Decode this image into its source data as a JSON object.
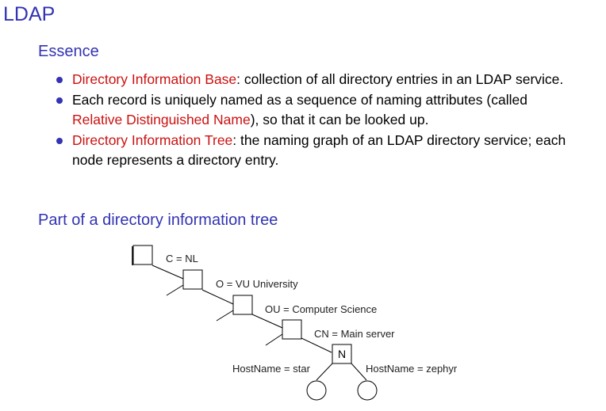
{
  "slide": {
    "title": "LDAP"
  },
  "essence": {
    "heading": "Essence",
    "bullets": [
      {
        "term": "Directory Information Base",
        "text": ": collection of all directory entries in an LDAP service."
      },
      {
        "pre": "Each record is uniquely named as a sequence of naming attributes (called ",
        "term": "Relative Distinguished Name",
        "post": "), so that it can be looked up."
      },
      {
        "term": "Directory Information Tree",
        "text": ": the naming graph of an LDAP directory service; each node represents a directory entry."
      }
    ]
  },
  "tree": {
    "heading": "Part of a directory information tree",
    "labels": {
      "country": "C = NL",
      "organization": "O = VU University",
      "unit": "OU = Computer Science",
      "common_name": "CN = Main server",
      "node_letter": "N",
      "host_left": "HostName = star",
      "host_right": "HostName = zephyr"
    },
    "colors": {
      "heading": "#3333b3",
      "highlight": "#cc1111",
      "bullet": "#3333b3"
    }
  }
}
